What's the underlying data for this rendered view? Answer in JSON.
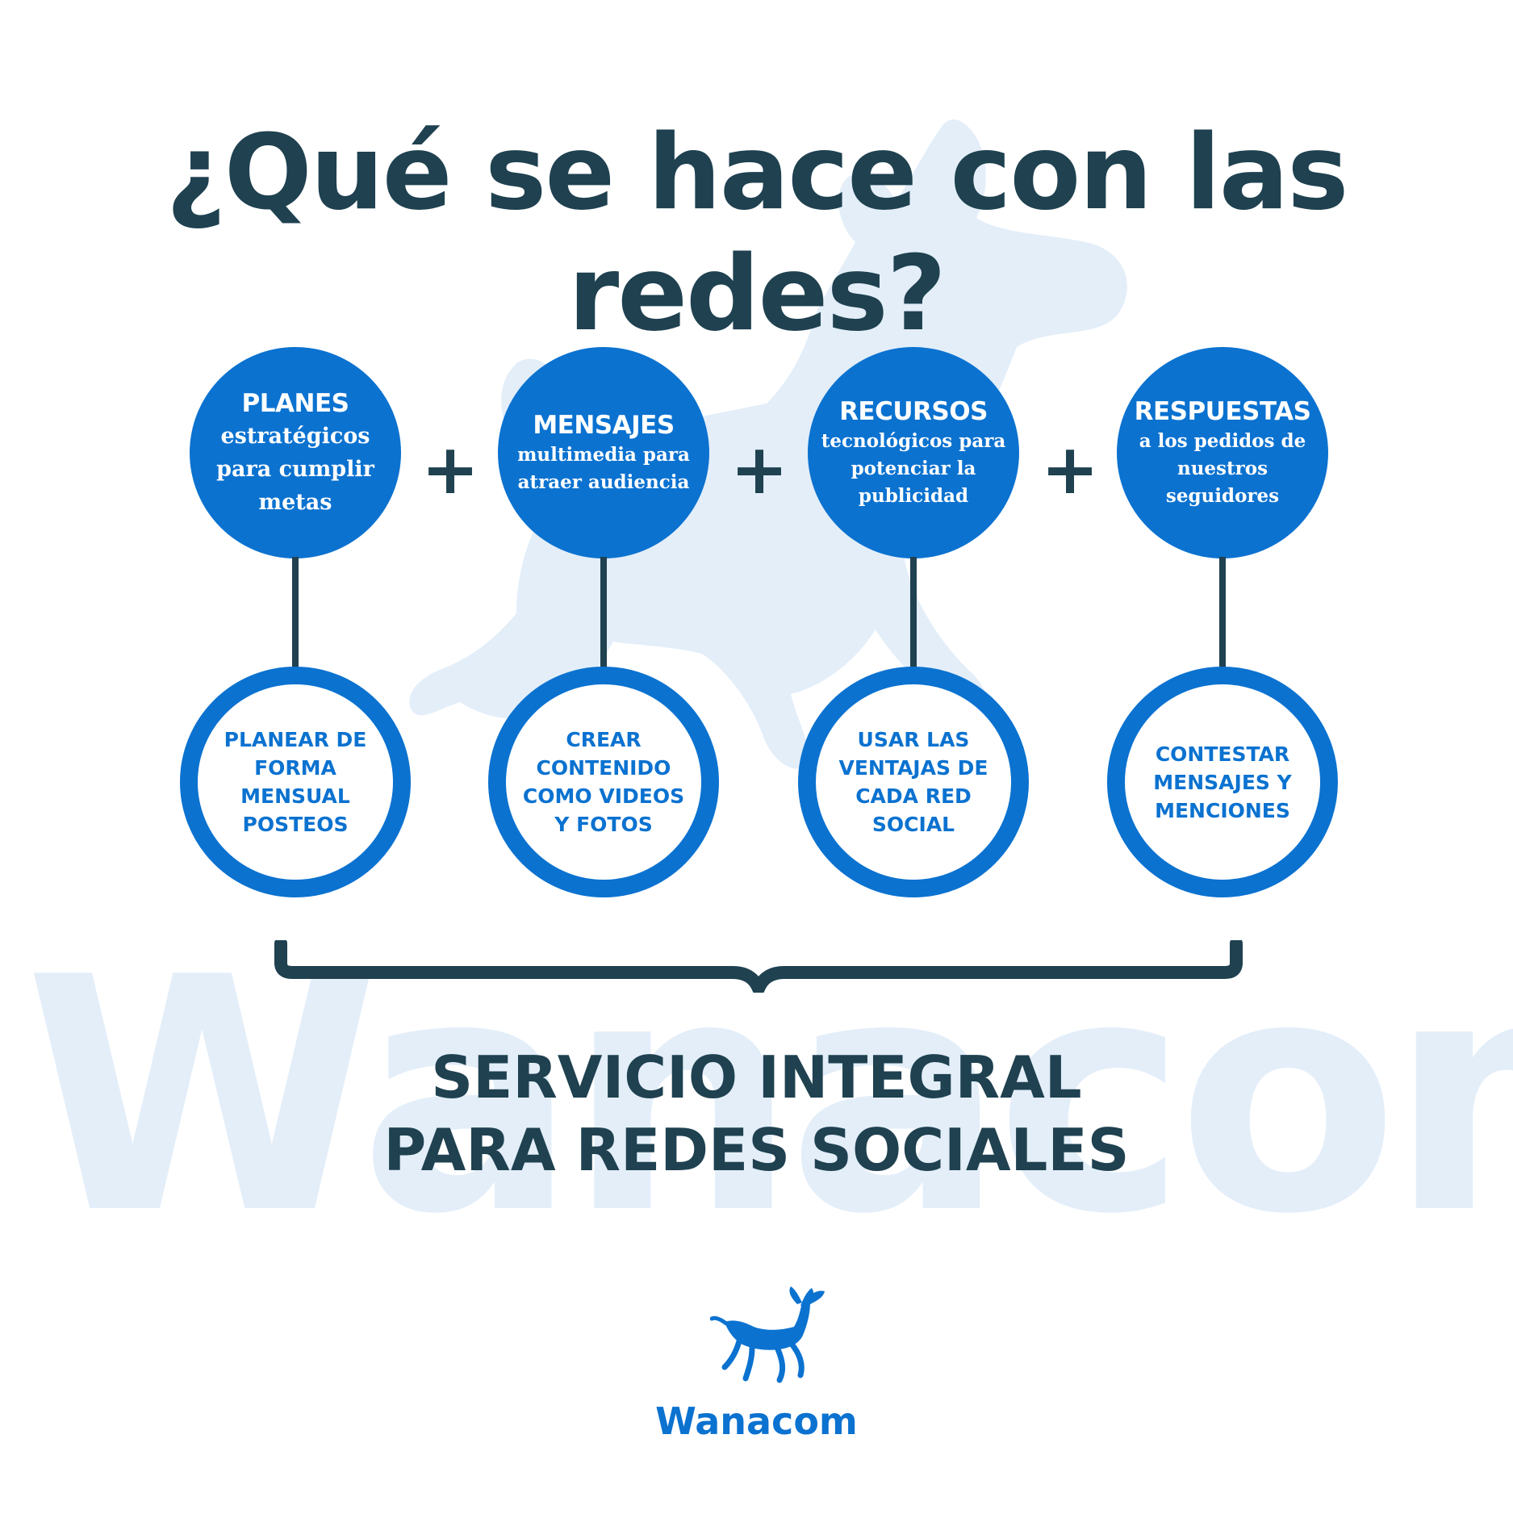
{
  "title": "¿Qué se hace con las redes?",
  "watermark": "Wanacom",
  "columns": [
    {
      "heading": "PLANES",
      "subtitle": "estratégicos para cumplir metas",
      "action": "PLANEAR DE FORMA MENSUAL POSTEOS"
    },
    {
      "heading": "MENSAJES",
      "subtitle": "multimedia para atraer audiencia",
      "action": "CREAR CONTENIDO COMO VIDEOS Y FOTOS"
    },
    {
      "heading": "RECURSOS",
      "subtitle": "tecnológicos para potenciar la publicidad",
      "action": "USAR LAS VENTAJAS DE CADA RED SOCIAL"
    },
    {
      "heading": "RESPUESTAS",
      "subtitle": "a los pedidos de nuestros seguidores",
      "action": "CONTESTAR MENSAJES Y MENCIONES"
    }
  ],
  "plus_symbol": "+",
  "service": {
    "line1": "SERVICIO INTEGRAL",
    "line2": "PARA REDES SOCIALES"
  },
  "brand": "Wanacom",
  "colors": {
    "primary_blue": "#0b72d0",
    "dark_teal": "#1f4150",
    "watermark_blue": "#e3eef9",
    "background": "#ffffff"
  }
}
